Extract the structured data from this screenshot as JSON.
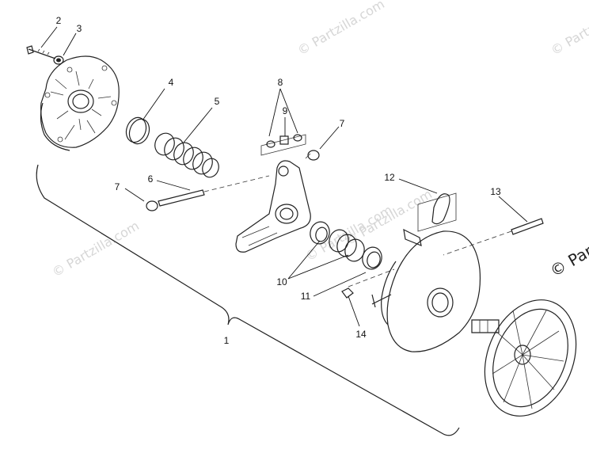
{
  "watermark": {
    "text": "© Partzilla.com",
    "edge_text": "© Part"
  },
  "callouts": {
    "c1": "1",
    "c2": "2",
    "c3": "3",
    "c4": "4",
    "c5": "5",
    "c6": "6",
    "c7a": "7",
    "c7b": "7",
    "c8": "8",
    "c9": "9",
    "c10": "10",
    "c11": "11",
    "c12": "12",
    "c13": "13",
    "c14": "14"
  }
}
